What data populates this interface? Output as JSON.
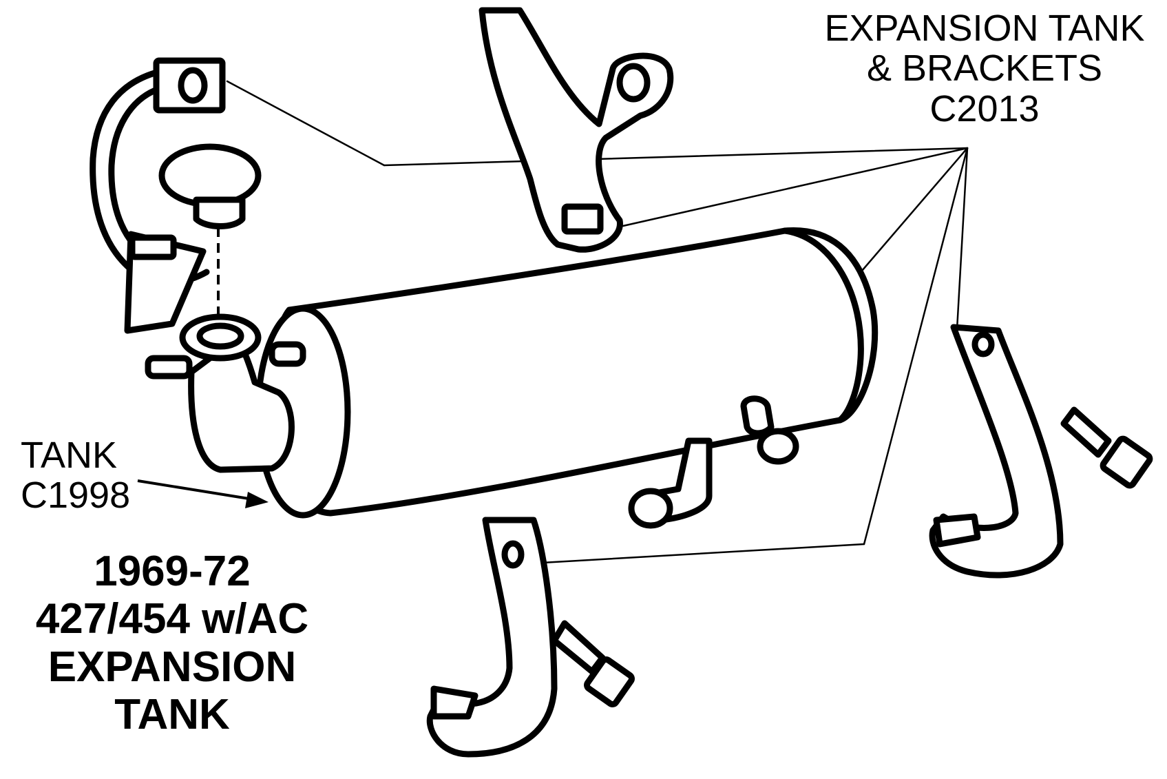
{
  "labels": {
    "brackets_callout": {
      "line1": "EXPANSION TANK",
      "line2": "& BRACKETS",
      "part_number": "C2013"
    },
    "tank_callout": {
      "line1": "TANK",
      "part_number": "C1998"
    },
    "title": {
      "years": "1969-72",
      "engine": "427/454 w/AC",
      "line3": "EXPANSION",
      "line4": "TANK"
    }
  }
}
